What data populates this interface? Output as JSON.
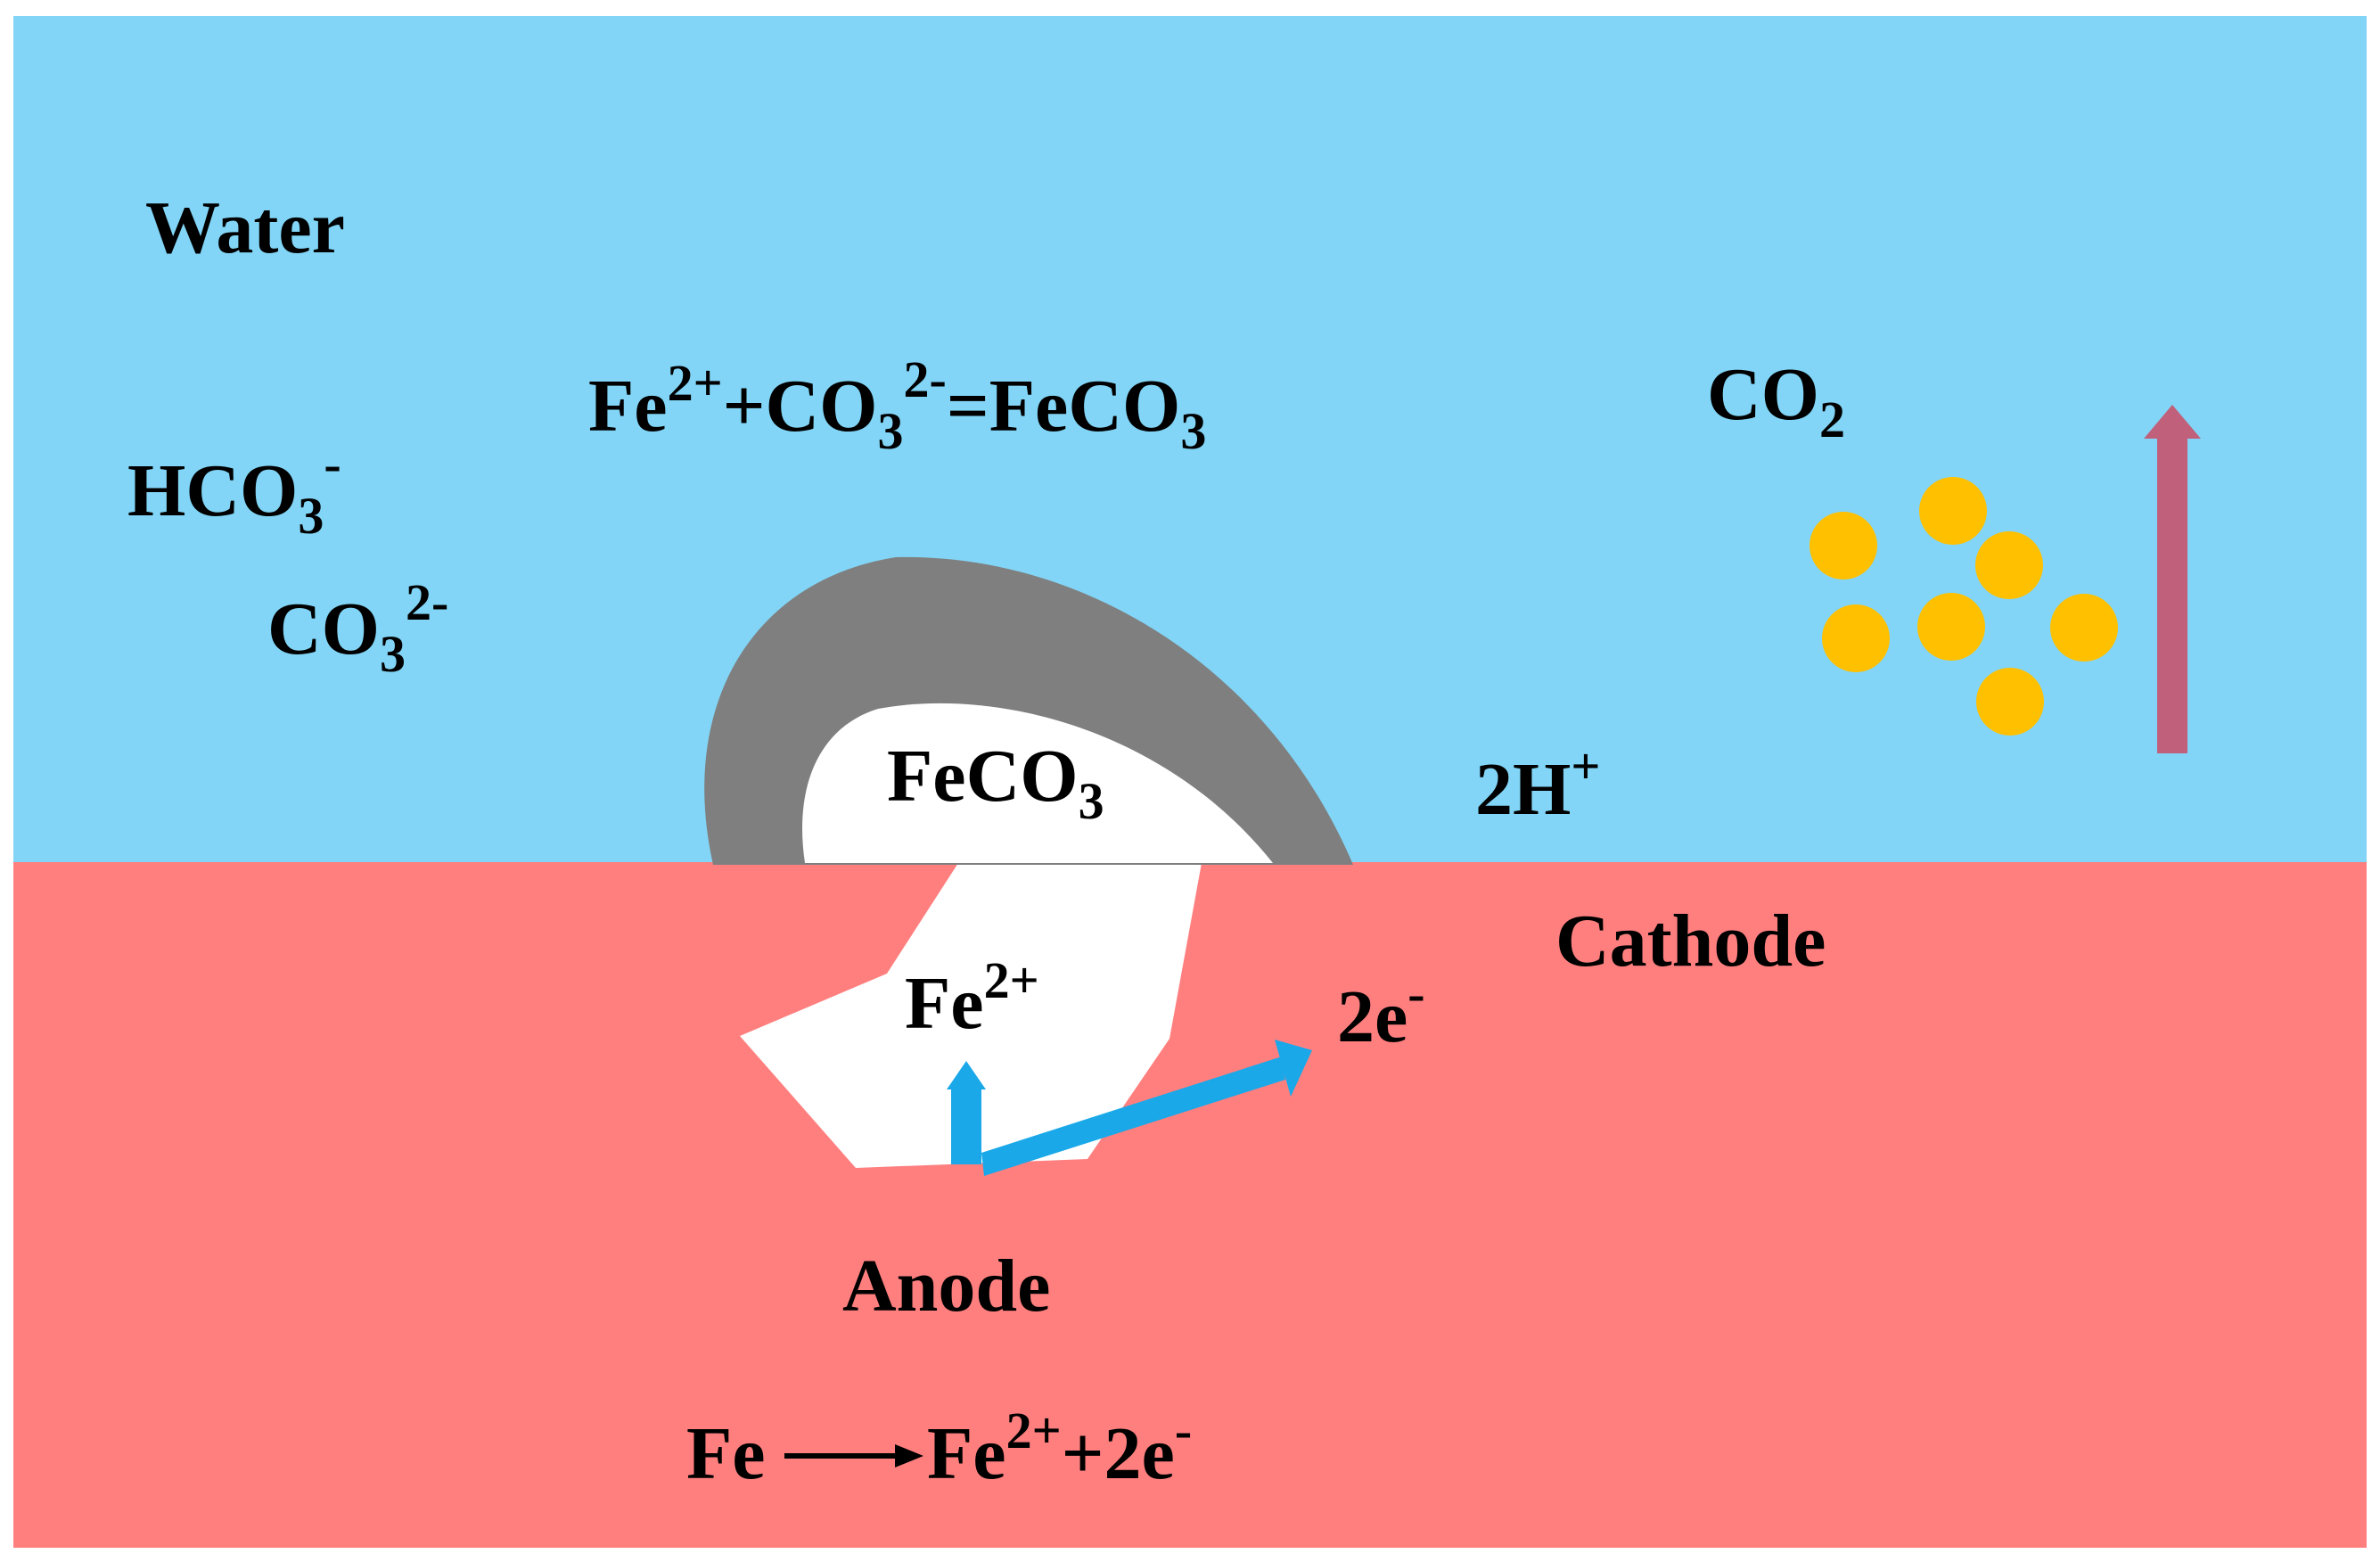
{
  "labels": {
    "water": "Water",
    "hco3": {
      "base": "HCO",
      "sub": "3",
      "sup": "-"
    },
    "co3": {
      "base": "CO",
      "sub": "3",
      "sup": "2-"
    },
    "precipitation": {
      "fe": "Fe",
      "fe_sup": "2+",
      "plus_co": "+CO",
      "co_sub": "3",
      "co_sup": "2-",
      "eq_feco": "=FeCO",
      "feco_sub": "3"
    },
    "co2": {
      "base": "CO",
      "sub": "2"
    },
    "feco3_film": {
      "base": "FeCO",
      "sub": "3"
    },
    "two_h_plus": {
      "base": "2H",
      "sup": "+"
    },
    "cathode": "Cathode",
    "fe2_pit": {
      "base": "Fe",
      "sup": "2+"
    },
    "two_e": {
      "base": "2e",
      "sup": "-"
    },
    "anode": "Anode",
    "anode_reaction": {
      "left": "Fe",
      "right": "Fe",
      "right_sup": "2+",
      "rest": "+2e",
      "rest_sup": "-"
    }
  },
  "icons": {
    "co2_bubbles": "gas-bubble-icon",
    "rising_arrow": "up-arrow-icon",
    "ion_arrow": "up-arrow-icon",
    "electron_arrow": "right-arrow-icon",
    "reaction_arrow": "reaction-arrow-icon"
  },
  "colors": {
    "water": "#82d5f6",
    "metal": "#ff7f7f",
    "film_shell": "#7f7f7f",
    "film_core": "#ffffff",
    "pit": "#ffffff",
    "bubbles": "#ffc000",
    "rising_arrow": "#c0607a",
    "blue_arrows": "#1aa8e8",
    "text": "#000000"
  }
}
